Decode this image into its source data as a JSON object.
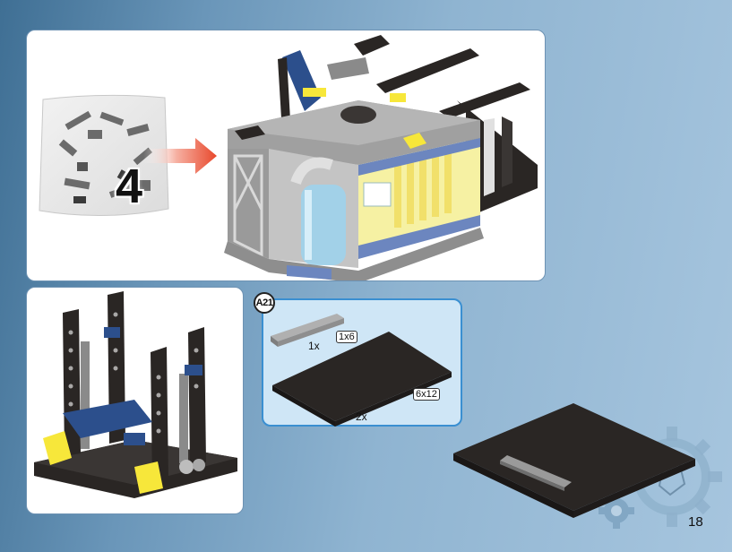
{
  "bag": {
    "number": "4"
  },
  "substep": {
    "label": "A21",
    "part1": {
      "qty": "1x",
      "size": "1x6"
    },
    "part2": {
      "qty": "2x",
      "size": "6x12"
    }
  },
  "page": {
    "number": "18"
  },
  "colors": {
    "plate_dark": "#2a2624",
    "plate_gray": "#9a9a9a",
    "brick_yellow": "#f7e73a",
    "brick_blue": "#2c4f8c",
    "arrow_red": "#e8482c",
    "subpanel_bg": "#cfe6f6",
    "subpanel_border": "#3a8fd1"
  }
}
